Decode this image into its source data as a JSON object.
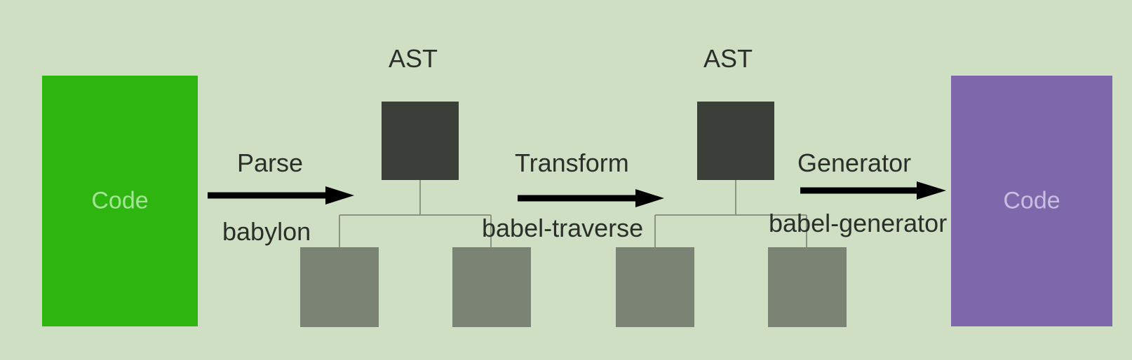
{
  "nodes": {
    "source": {
      "label": "Code",
      "color": "#2eb510"
    },
    "output": {
      "label": "Code",
      "color": "#7e68ab"
    },
    "ast_1": {
      "label": "AST"
    },
    "ast_2": {
      "label": "AST"
    }
  },
  "steps": [
    {
      "operation": "Parse",
      "tool": "babylon"
    },
    {
      "operation": "Transform",
      "tool": "babel-traverse"
    },
    {
      "operation": "Generator",
      "tool": "babel-generator"
    }
  ],
  "colors": {
    "background": "#cfdfc4",
    "ast_node": "#3b3f39",
    "child_node": "#7b8474",
    "arrow": "#000000",
    "connector": "#8a9482"
  }
}
